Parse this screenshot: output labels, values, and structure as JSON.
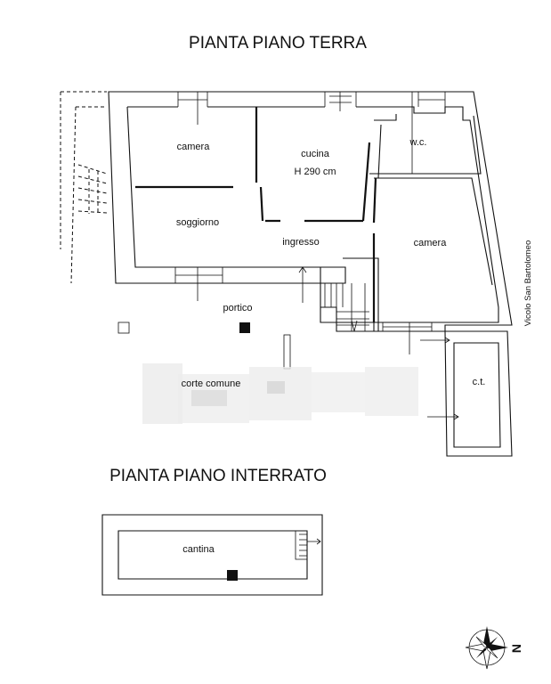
{
  "titles": {
    "ground_floor": "PIANTA PIANO TERRA",
    "basement": "PIANTA PIANO INTERRATO"
  },
  "rooms": {
    "camera_1": "camera",
    "cucina": "cucina",
    "cucina_height": "H 290 cm",
    "wc": "w.c.",
    "soggiorno": "soggiorno",
    "ingresso": "ingresso",
    "camera_2": "camera",
    "portico": "portico",
    "corte_comune": "corte comune",
    "ct": "c.t.",
    "cantina": "cantina"
  },
  "street": "Vicolo San Bartolomeo",
  "compass": {
    "north_label": "N",
    "icon": "compass-rose-icon"
  }
}
